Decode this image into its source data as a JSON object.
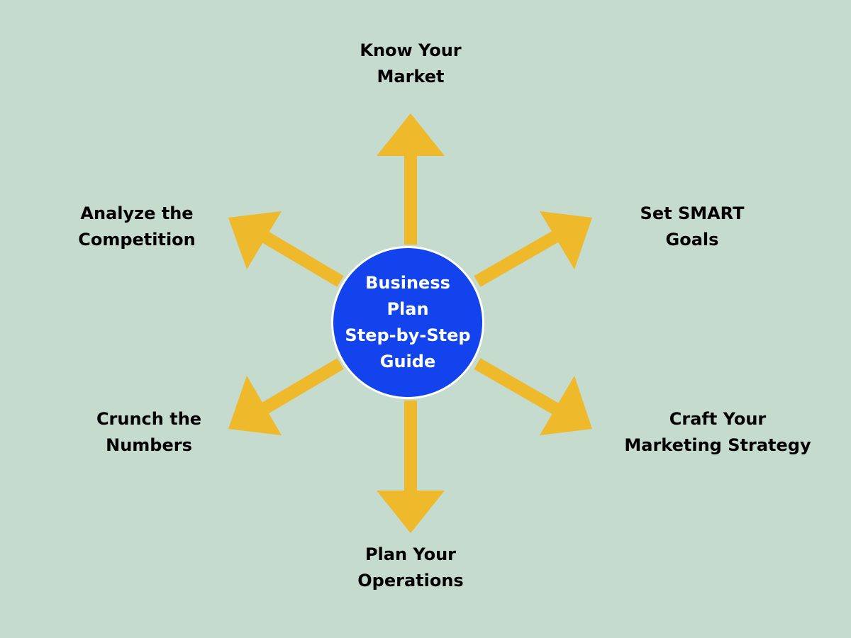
{
  "center": {
    "text": "Business\nPlan\nStep-by-Step\nGuide",
    "color": "#1243ec"
  },
  "steps": [
    {
      "id": "top",
      "text": "Know Your\nMarket"
    },
    {
      "id": "top-right",
      "text": "Set SMART\nGoals"
    },
    {
      "id": "bottom-right",
      "text": "Craft Your\nMarketing Strategy"
    },
    {
      "id": "bottom",
      "text": "Plan Your\nOperations"
    },
    {
      "id": "bottom-left",
      "text": "Crunch the\nNumbers"
    },
    {
      "id": "top-left",
      "text": "Analyze the\nCompetition"
    }
  ],
  "colors": {
    "background": "#c4dbce",
    "arrow": "#eeb92b",
    "text": "#000000"
  }
}
